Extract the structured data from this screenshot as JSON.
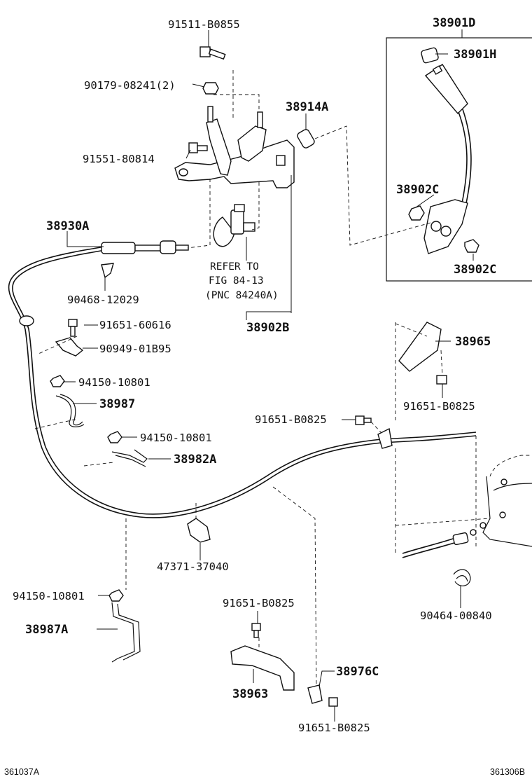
{
  "drawing_number_left": "361037A",
  "drawing_number_right": "361306B",
  "labels": {
    "p91511_b0855": "91511-B0855",
    "p90179_08241": "90179-08241(2)",
    "p38914a": "38914A",
    "p91551_80814": "91551-80814",
    "p38930a": "38930A",
    "p90468_12029": "90468-12029",
    "p91651_60616": "91651-60616",
    "p90949_01b95": "90949-01B95",
    "p94150_10801_a": "94150-10801",
    "p38987": "38987",
    "p94150_10801_b": "94150-10801",
    "p38982a": "38982A",
    "p47371_37040": "47371-37040",
    "p94150_10801_c": "94150-10801",
    "p38987a": "38987A",
    "p91651_b0825_a": "91651-B0825",
    "p38963": "38963",
    "p38976c": "38976C",
    "p91651_b0825_b": "91651-B0825",
    "p91651_b0825_c": "91651-B0825",
    "p38965": "38965",
    "p91651_b0825_d": "91651-B0825",
    "p38902b": "38902B",
    "p38901d": "38901D",
    "p38901h": "38901H",
    "p38902c_a": "38902C",
    "p38902c_b": "38902C",
    "p90464_00840": "90464-00840"
  },
  "refer_note": {
    "line1": "REFER TO",
    "line2": "FIG 84-13",
    "line3": "(PNC 84240A)"
  }
}
